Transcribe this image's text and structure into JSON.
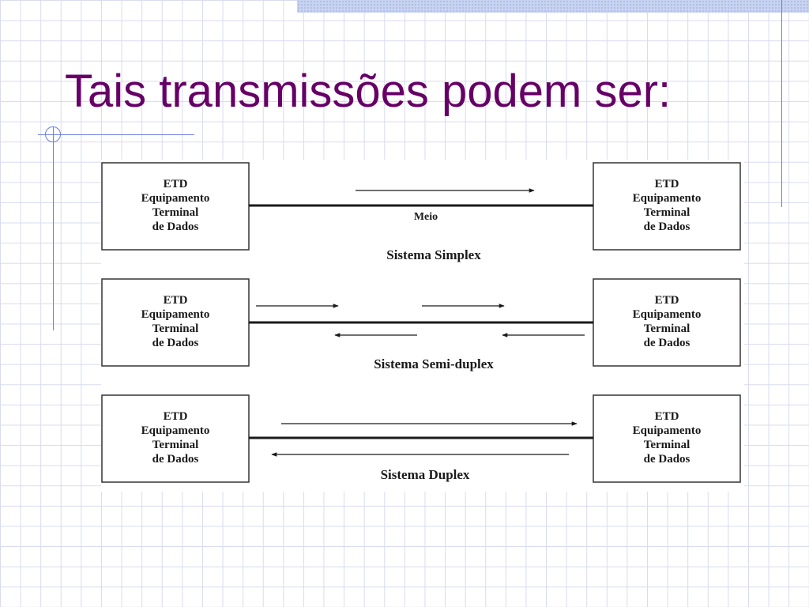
{
  "slide": {
    "title": "Tais transmissões podem ser:"
  },
  "colors": {
    "title": "#660066",
    "grid": "#d8dbef",
    "accent_line": "#6b7fd6",
    "diagram_ink": "#1a1a1a"
  },
  "icons": [
    "circle-ornament-icon"
  ],
  "diagram": {
    "terminal": {
      "line1": "ETD",
      "line2": "Equipamento",
      "line3": "Terminal",
      "line4": "de Dados"
    },
    "systems": [
      {
        "id": "simplex",
        "label": "Sistema Simplex",
        "medium_label": "Meio",
        "flows": [
          "left-to-right"
        ]
      },
      {
        "id": "semi-duplex",
        "label": "Sistema Semi-duplex",
        "flows": [
          "left-to-right",
          "right-to-left"
        ]
      },
      {
        "id": "duplex",
        "label": "Sistema Duplex",
        "flows": [
          "left-to-right",
          "right-to-left"
        ]
      }
    ]
  }
}
